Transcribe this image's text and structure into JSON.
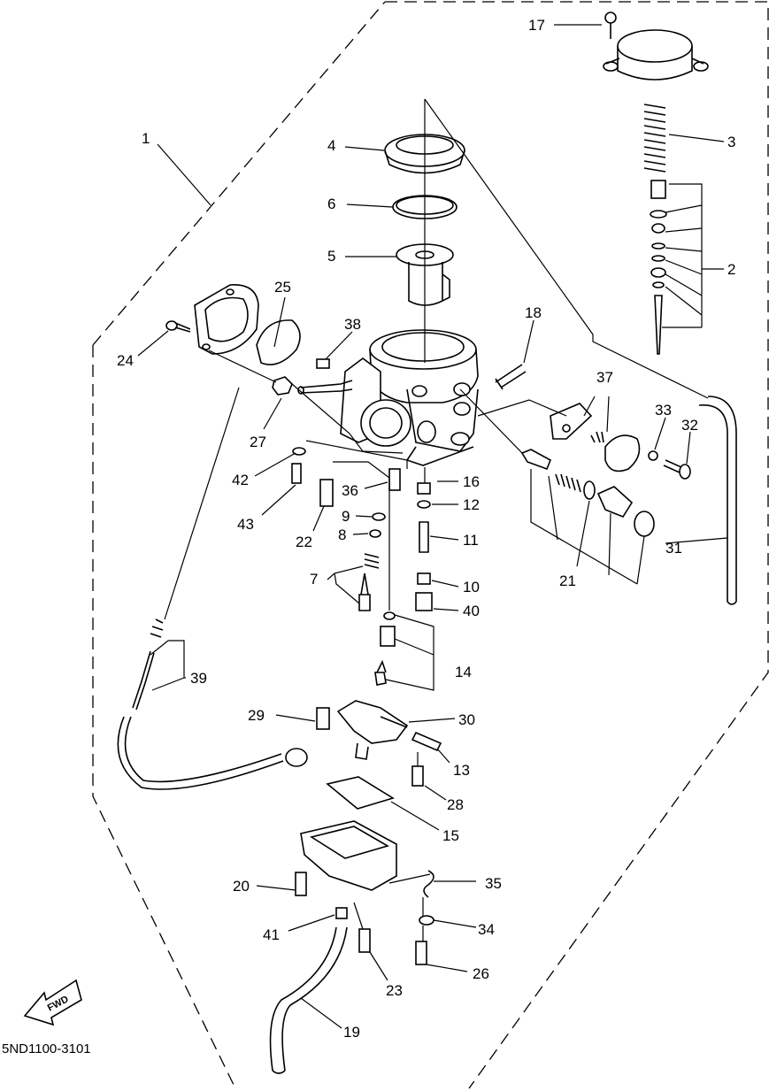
{
  "diagram_code": "5ND1100-3101",
  "fwd_label": "FWD",
  "callouts": [
    "1",
    "2",
    "3",
    "4",
    "5",
    "6",
    "7",
    "8",
    "9",
    "10",
    "11",
    "12",
    "13",
    "14",
    "15",
    "16",
    "17",
    "18",
    "19",
    "20",
    "21",
    "22",
    "23",
    "24",
    "25",
    "26",
    "27",
    "28",
    "29",
    "30",
    "31",
    "32",
    "33",
    "34",
    "35",
    "36",
    "37",
    "38",
    "39",
    "40",
    "41",
    "42",
    "43"
  ]
}
